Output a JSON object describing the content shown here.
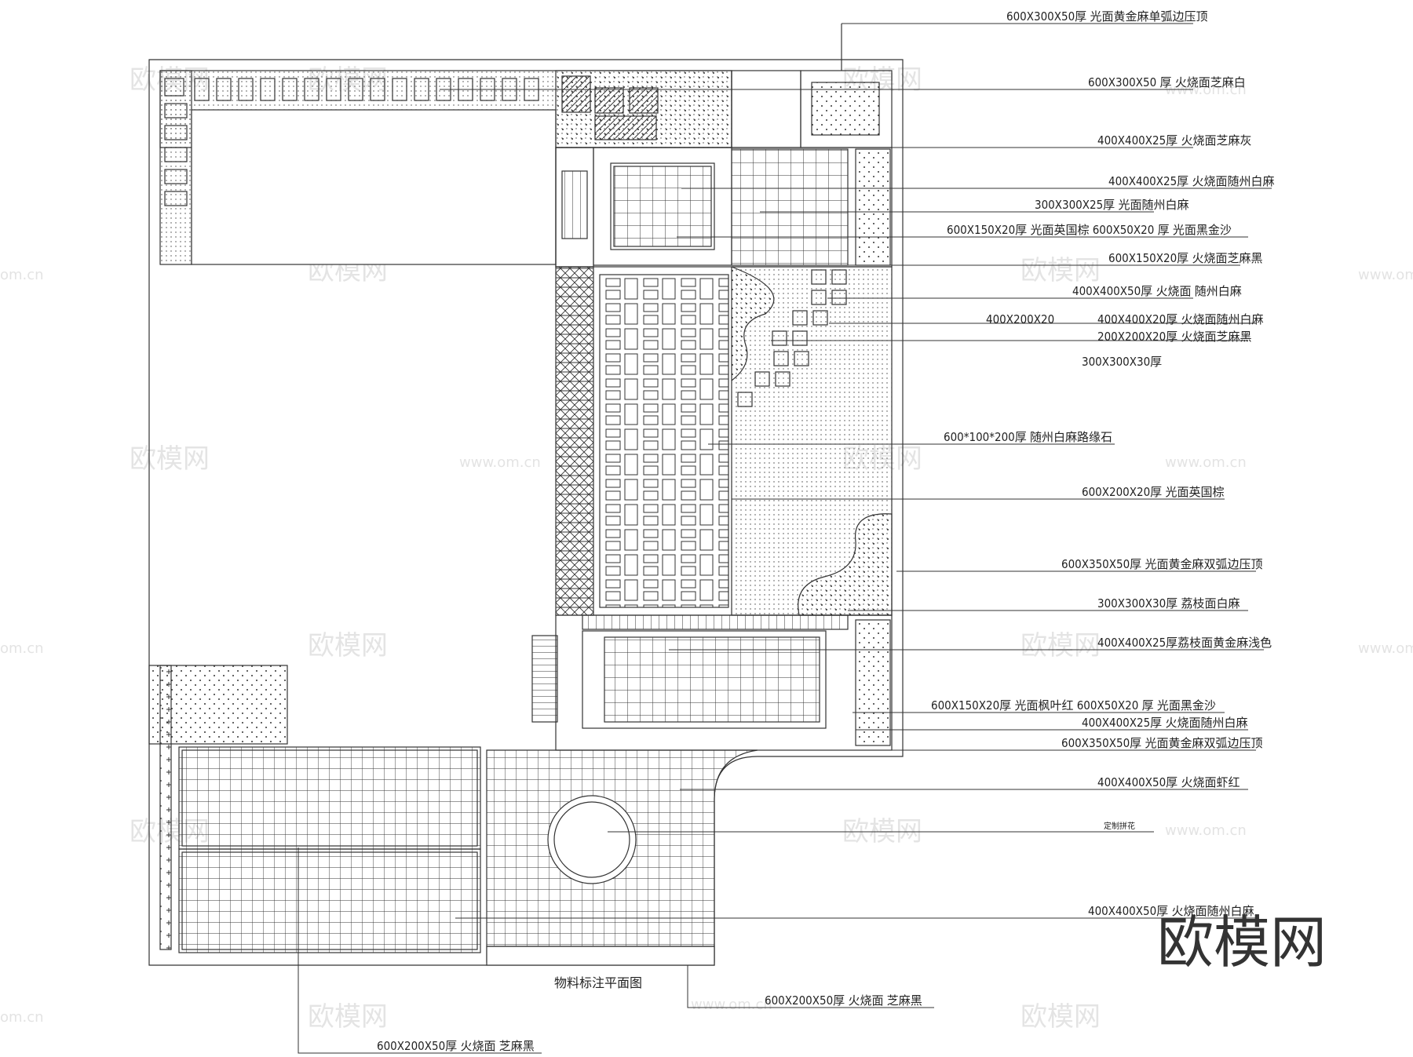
{
  "title": "物料标注平面图",
  "watermark": {
    "brand": "欧模网",
    "url": "www.om.cn",
    "url_partial": "om.cn"
  },
  "colors": {
    "line": "#333333",
    "text": "#222222",
    "watermark": "#cfcfcf"
  },
  "labels": [
    {
      "id": "l1",
      "text": "600X300X50厚  光面黄金麻单弧边压顶"
    },
    {
      "id": "l2",
      "text": "600X300X50 厚  火烧面芝麻白"
    },
    {
      "id": "l3",
      "text": "400X400X25厚  火烧面芝麻灰"
    },
    {
      "id": "l4",
      "text": "400X400X25厚  火烧面随州白麻"
    },
    {
      "id": "l5",
      "text": "300X300X25厚  光面随州白麻"
    },
    {
      "id": "l6",
      "text": "600X150X20厚  光面英国棕  600X50X20  厚  光面黑金沙"
    },
    {
      "id": "l7",
      "text": "600X150X20厚  火烧面芝麻黑"
    },
    {
      "id": "l8",
      "text": "400X400X50厚  火烧面    随州白麻"
    },
    {
      "id": "l9a",
      "text": "400X200X20"
    },
    {
      "id": "l9b",
      "text": "400X400X20厚  火烧面随州白麻"
    },
    {
      "id": "l10",
      "text": "200X200X20厚  火烧面芝麻黑"
    },
    {
      "id": "l11",
      "text": "300X300X30厚"
    },
    {
      "id": "l12",
      "text": "600*100*200厚  随州白麻路缘石"
    },
    {
      "id": "l13",
      "text": "600X200X20厚  光面英国棕"
    },
    {
      "id": "l14",
      "text": "600X350X50厚  光面黄金麻双弧边压顶"
    },
    {
      "id": "l15",
      "text": "300X300X30厚  荔枝面白麻"
    },
    {
      "id": "l16",
      "text": "400X400X25厚荔枝面黄金麻浅色"
    },
    {
      "id": "l17",
      "text": "600X150X20厚  光面枫叶红  600X50X20  厚  光面黑金沙"
    },
    {
      "id": "l18",
      "text": "400X400X25厚  火烧面随州白麻"
    },
    {
      "id": "l19",
      "text": "600X350X50厚  光面黄金麻双弧边压顶"
    },
    {
      "id": "l20",
      "text": "400X400X50厚  火烧面虾红"
    },
    {
      "id": "l21",
      "text": "定制拼花"
    },
    {
      "id": "l22",
      "text": "400X400X50厚  火烧面随州白麻"
    },
    {
      "id": "l23",
      "text": "600X200X50厚  火烧面  芝麻黑"
    },
    {
      "id": "l24",
      "text": "600X200X50厚  火烧面  芝麻黑"
    }
  ]
}
